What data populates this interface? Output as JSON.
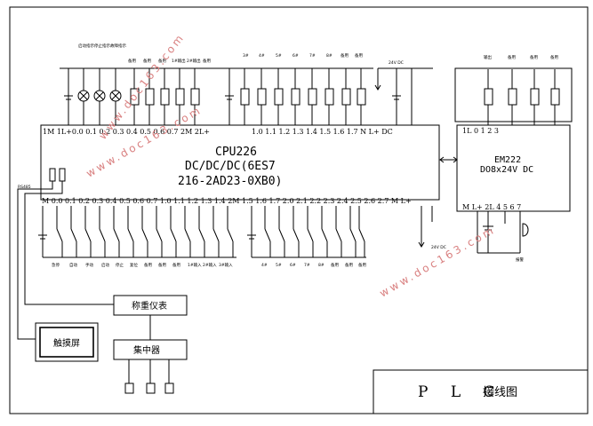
{
  "cpu": {
    "model": "CPU226",
    "type": "DC/DC/DC(6ES7",
    "part": "216-2AD23-0XB0)",
    "top_terminals_a": "1M  1L+0.0  0.1  0.2  0.3  0.4  0.5  0.6  0.7  2M  2L+",
    "top_terminals_b": "1.0  1.1  1.2  1.3  1.4  1.5  1.6  1.7  N  L+  DC",
    "bottom_terminals": "M  0.0  0.1  0.2  0.3  0.4  0.5  0.6  0.7  1.0  1.1  1.2  1.3  1.4  2M  1.5  1.6  1.7  2.0  2.1  2.2  2.3  2.4  2.5  2.6  2.7  M  L+",
    "supply": "24V DC",
    "supply_out": "24V DC",
    "port": "RS485"
  },
  "em": {
    "model": "EM222",
    "desc": "DO8x24V DC",
    "top_terminals": "1L   0     1     2     3",
    "bottom_terminals": "M   L+  2L   4    5    6    7",
    "label": "报警"
  },
  "top_labels_a": [
    "启动指示",
    "停止指示",
    "故障指示",
    "备用",
    "备用",
    "备用",
    "1#输出",
    "2#输出",
    "备用"
  ],
  "top_labels_b": [
    "3#",
    "4#",
    "5#",
    "6#",
    "7#",
    "8#",
    "备用",
    "备用"
  ],
  "em_top_labels": [
    "输出",
    "备用",
    "备用",
    "备用"
  ],
  "bottom_labels_a": [
    "急停",
    "自动",
    "手动",
    "启动",
    "停止",
    "复位",
    "备用",
    "备用",
    "备用",
    "1#输入",
    "2#输入",
    "3#输入"
  ],
  "bottom_labels_b": [
    "4#",
    "5#",
    "6#",
    "7#",
    "8#",
    "备用",
    "备用",
    "备用"
  ],
  "boxes": {
    "weigh": "称重仪表",
    "touch": "触摸屏",
    "hub": "集中器"
  },
  "watermark": [
    "www.doc163.com",
    "www.doc163.com",
    "www.doc163.com"
  ],
  "title": {
    "latin": "P L C",
    "cn": "接线图"
  }
}
